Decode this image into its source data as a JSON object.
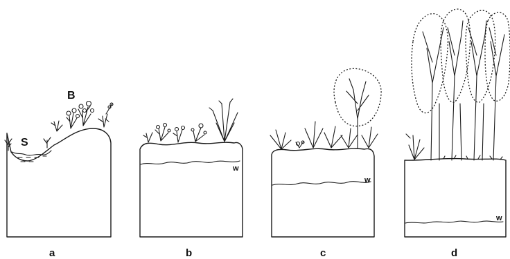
{
  "panels": [
    {
      "label": "a",
      "text_marks": {
        "upper": "B",
        "left": "S"
      }
    },
    {
      "label": "b",
      "text_marks": {
        "water": "w"
      }
    },
    {
      "label": "c",
      "text_marks": {
        "water": "w"
      }
    },
    {
      "label": "d",
      "text_marks": {
        "water": "w"
      }
    }
  ]
}
